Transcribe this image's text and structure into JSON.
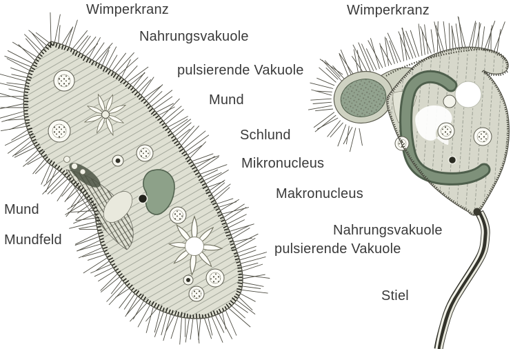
{
  "labels": {
    "wimperkranz_left": "Wimperkranz",
    "nahrungsvakuole_left": "Nahrungsvakuole",
    "pulsierende_vakuole_top": "pulsierende Vakuole",
    "mund_right": "Mund",
    "schlund": "Schlund",
    "mikronucleus": "Mikronucleus",
    "makronucleus": "Makronucleus",
    "mund_left": "Mund",
    "mundfeld": "Mundfeld",
    "pulsierende_vakuole_bottom": "pulsierende Vakuole",
    "nahrungsvakuole_right": "Nahrungsvakuole",
    "wimperkranz_right": "Wimperkranz",
    "stiel": "Stiel"
  },
  "colors": {
    "background": "#ffffff",
    "label_text": "#3a3a3a",
    "leader_line": "#1b1b1b",
    "cell_body_left": "#dfe0d3",
    "cell_body_right": "#d7d8cb",
    "macronucleus": "#7e917a",
    "macronucleus_outline": "#4e5f4c",
    "cilia": "#4b4a40",
    "stalk": "#33332b"
  }
}
